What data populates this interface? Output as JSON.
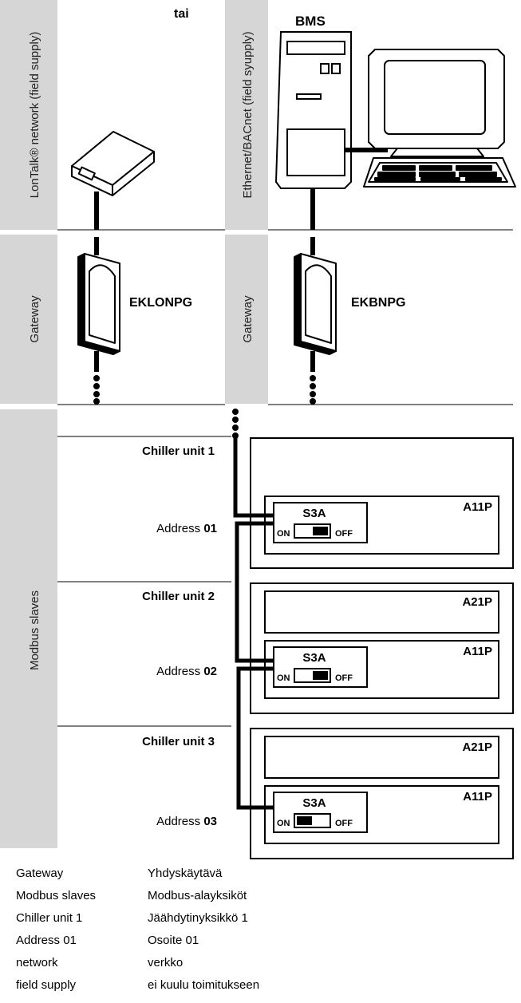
{
  "columns": {
    "lontalk_network": "LonTalk® network (field supply)",
    "ethernet_network": "Ethernet/BACnet (field syupply)",
    "or_word": "tai",
    "bms": "BMS",
    "gateway_left": "Gateway",
    "gateway_right": "Gateway",
    "gateway_left_model": "EKLONPG",
    "gateway_right_model": "EKBNPG",
    "modbus_slaves": "Modbus slaves"
  },
  "units": [
    {
      "name": "Chiller unit 1",
      "address_word": "Address",
      "address_num": "01",
      "boards": [
        "A11P"
      ],
      "switch": "S3A",
      "on": "ON",
      "off": "OFF"
    },
    {
      "name": "Chiller unit 2",
      "address_word": "Address",
      "address_num": "02",
      "boards": [
        "A21P",
        "A11P"
      ],
      "switch": "S3A",
      "on": "ON",
      "off": "OFF"
    },
    {
      "name": "Chiller unit 3",
      "address_word": "Address",
      "address_num": "03",
      "boards": [
        "A21P",
        "A11P"
      ],
      "switch": "S3A",
      "on": "ON",
      "off": "OFF"
    }
  ],
  "legend": [
    {
      "term": "Gateway",
      "translation": "Yhdyskäytävä"
    },
    {
      "term": "Modbus slaves",
      "translation": "Modbus-alayksiköt"
    },
    {
      "term": "Chiller unit 1",
      "translation": "Jäähdytinyksikkö 1"
    },
    {
      "term": "Address 01",
      "translation": "Osoite 01"
    },
    {
      "term": "network",
      "translation": "verkko"
    },
    {
      "term": "field supply",
      "translation": "ei kuulu toimitukseen"
    }
  ]
}
